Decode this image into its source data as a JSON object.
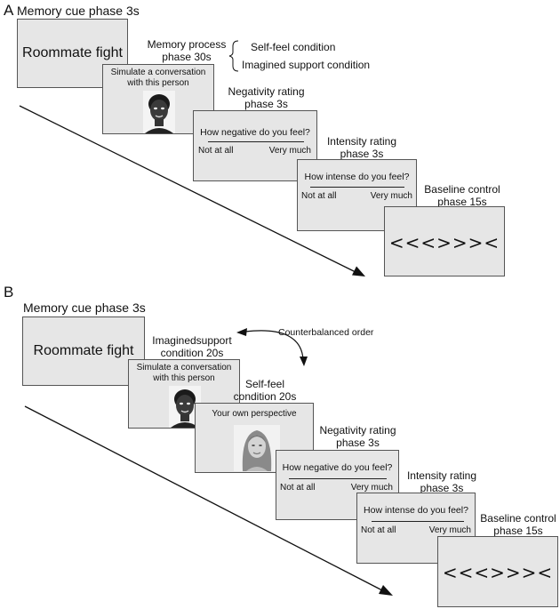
{
  "panel_a": {
    "letter": "A",
    "memory_cue_label": "Memory cue phase 3s",
    "memory_cue_text": "Roommate fight",
    "memory_process_label_1": "Memory process",
    "memory_process_label_2": "phase 30s",
    "conditions": [
      "Self-feel condition",
      "Imagined support condition"
    ],
    "simulate_text_1": "Simulate a conversation",
    "simulate_text_2": "with this person",
    "negativity_label_1": "Negativity rating",
    "negativity_label_2": "phase 3s",
    "negativity_question": "How negative do you feel?",
    "negativity_low": "Not at all",
    "negativity_high": "Very much",
    "intensity_label_1": "Intensity rating",
    "intensity_label_2": "phase 3s",
    "intensity_question": "How intense do you feel?",
    "intensity_low": "Not at all",
    "intensity_high": "Very much",
    "baseline_label_1": "Baseline control",
    "baseline_label_2": "phase 15s",
    "baseline_arrows": "<<<>>><"
  },
  "panel_b": {
    "letter": "B",
    "memory_cue_label": "Memory cue phase 3s",
    "memory_cue_text": "Roommate fight",
    "imagined_label_1": "Imaginedsupport",
    "imagined_label_2": "condition 20s",
    "counterbalanced_label": "Counterbalanced order",
    "simulate_text_1": "Simulate a conversation",
    "simulate_text_2": "with this person",
    "selffeel_label_1": "Self-feel",
    "selffeel_label_2": "condition 20s",
    "selffeel_text": "Your own perspective",
    "negativity_label_1": "Negativity rating",
    "negativity_label_2": "phase 3s",
    "negativity_question": "How negative do you feel?",
    "negativity_low": "Not at all",
    "negativity_high": "Very much",
    "intensity_label_1": "Intensity rating",
    "intensity_label_2": "phase 3s",
    "intensity_question": "How intense do you feel?",
    "intensity_low": "Not at all",
    "intensity_high": "Very much",
    "baseline_label_1": "Baseline control",
    "baseline_label_2": "phase 15s",
    "baseline_arrows": "<<<>>><"
  },
  "colors": {
    "screen_bg": "#e6e6e6",
    "screen_border": "#555555",
    "arrow": "#111111"
  }
}
